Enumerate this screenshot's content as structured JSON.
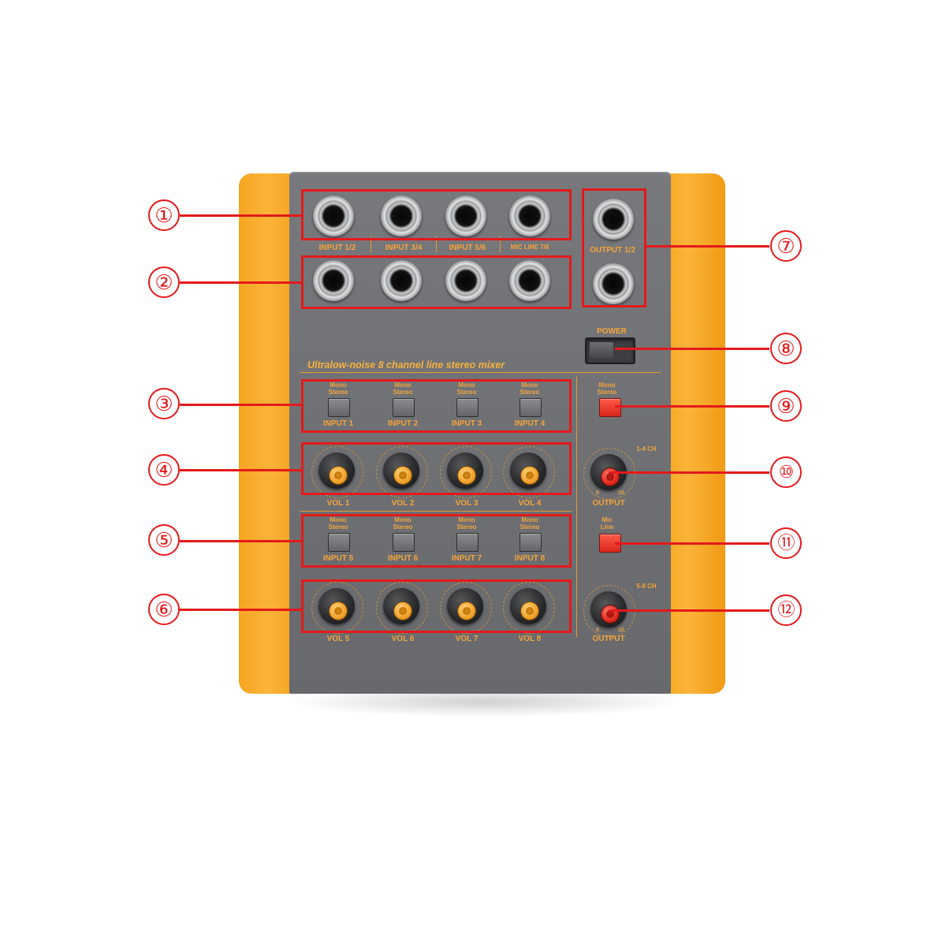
{
  "device": {
    "title": "Ultralow-noise 8 channel line stereo mixer",
    "colors": {
      "accent_orange": "#f6a51e",
      "panel_grey": "#707174",
      "callout_red": "#e4191b",
      "label_orange": "#f3a43a"
    }
  },
  "input_labels_top": [
    "INPUT 1/2",
    "INPUT 3/4",
    "INPUT 5/6",
    "MIC LINE 7/8"
  ],
  "output_label": "OUTPUT 1/2",
  "power_label": "POWER",
  "switch_labels": {
    "mono": "Mono",
    "stereo": "Stereo",
    "row1": [
      "INPUT 1",
      "INPUT 2",
      "INPUT 3",
      "INPUT 4"
    ],
    "row2": [
      "INPUT 5",
      "INPUT 6",
      "INPUT 7",
      "INPUT 8"
    ]
  },
  "knob_labels": {
    "row1": [
      "VOL 1",
      "VOL 2",
      "VOL 3",
      "VOL 4"
    ],
    "row2": [
      "VOL 5",
      "VOL 6",
      "VOL 7",
      "VOL 8"
    ],
    "scale_min": "0",
    "scale_max": "10"
  },
  "master": {
    "switch1_top": "Mono",
    "switch1_bottom": "Stereo",
    "switch2_top": "Mic",
    "switch2_bottom": "Line",
    "output_label": "OUTPUT",
    "ch_1_4": "1-4 CH",
    "ch_5_8": "5-8 CH"
  },
  "callouts": [
    "①",
    "②",
    "③",
    "④",
    "⑤",
    "⑥",
    "⑦",
    "⑧",
    "⑨",
    "⑩",
    "⑪",
    "⑫"
  ]
}
